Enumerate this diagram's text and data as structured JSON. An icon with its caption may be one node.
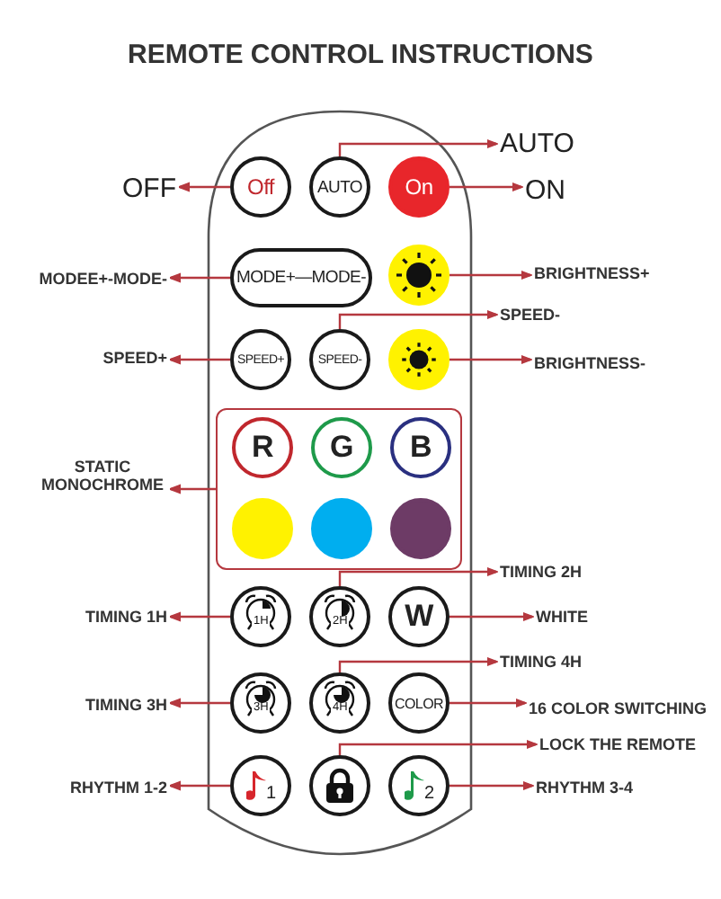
{
  "diagram": {
    "title": "REMOTE CONTROL INSTRUCTIONS",
    "nodes": [
      {
        "text": [
          "AUTO"
        ]
      },
      {
        "text": [
          "OFF"
        ]
      },
      {
        "text": [
          "Off"
        ]
      },
      {
        "text": [
          "AUTO"
        ]
      },
      {
        "text": [
          "On"
        ]
      },
      {
        "text": [
          "ON"
        ]
      },
      {
        "text": [
          "MODEE+-MODE-"
        ]
      },
      {
        "text": [
          "MODE+—MODE-"
        ]
      },
      {
        "text": [],
        "shape": "circle"
      },
      {
        "text": [
          "BRIGHTNESS+"
        ]
      },
      {
        "text": [
          "SPEED-"
        ]
      },
      {
        "text": [
          "SPEED+"
        ]
      },
      {
        "text": [
          "SPEED+"
        ]
      },
      {
        "text": [
          "SPEED-"
        ]
      },
      {
        "text": [],
        "shape": "circle"
      },
      {
        "text": [
          "BRIGHTNESS-"
        ]
      },
      {
        "text": [],
        "shape": "box"
      },
      {
        "text": [
          "R"
        ],
        "in": 16
      },
      {
        "text": [
          "G"
        ],
        "in": 16
      },
      {
        "text": [
          "B"
        ],
        "in": 16
      },
      {
        "text": [],
        "shape": "circle",
        "in": 16
      },
      {
        "text": [],
        "shape": "circle",
        "in": 16
      },
      {
        "text": [],
        "shape": "circle",
        "in": 16
      },
      {
        "text": [
          "STATIC MONOCHROME"
        ]
      },
      {
        "text": [
          "TIMING 2H"
        ]
      },
      {
        "text": [
          "TIMING 1H"
        ]
      },
      {
        "text": [
          "1H"
        ]
      },
      {
        "text": [
          "2H"
        ]
      },
      {
        "text": [
          "W"
        ]
      },
      {
        "text": [
          "WHITE"
        ]
      },
      {
        "text": [
          "TIMING 4H"
        ]
      },
      {
        "text": [
          "TIMING 3H"
        ]
      },
      {
        "text": [
          "3H"
        ]
      },
      {
        "text": [
          "4H"
        ]
      },
      {
        "text": [
          "COLOR"
        ]
      },
      {
        "text": [
          "16 COLOR SWITCHING"
        ]
      },
      {
        "text": [
          "LOCK THE REMOTE"
        ]
      },
      {
        "text": [
          "RHYTHM 1-2"
        ]
      },
      {
        "text": [
          "1"
        ]
      },
      {
        "text": [],
        "shape": "circle"
      },
      {
        "text": [
          "2"
        ]
      },
      {
        "text": [
          "RHYTHM 3-4"
        ]
      }
    ],
    "edges": [
      {
        "from": 2,
        "to": 1,
        "arrow": "to"
      },
      {
        "from": 3,
        "to": 0,
        "arrow": "to"
      },
      {
        "from": 4,
        "to": 5,
        "arrow": "to"
      },
      {
        "from": 7,
        "to": 6,
        "arrow": "to"
      },
      {
        "from": 8,
        "to": 9,
        "arrow": "to"
      },
      {
        "from": 13,
        "to": 10,
        "arrow": "to"
      },
      {
        "from": 12,
        "to": 11,
        "arrow": "to"
      },
      {
        "from": 14,
        "to": 15,
        "arrow": "to"
      },
      {
        "from": 16,
        "to": 23,
        "arrow": "to"
      },
      {
        "from": 27,
        "to": 24,
        "arrow": "to"
      },
      {
        "from": 26,
        "to": 25,
        "arrow": "to"
      },
      {
        "from": 28,
        "to": 29,
        "arrow": "to"
      },
      {
        "from": 33,
        "to": 30,
        "arrow": "to"
      },
      {
        "from": 32,
        "to": 31,
        "arrow": "to"
      },
      {
        "from": 34,
        "to": 35,
        "arrow": "to"
      },
      {
        "from": 39,
        "to": 36,
        "arrow": "to"
      },
      {
        "from": 38,
        "to": 37,
        "arrow": "to"
      },
      {
        "from": 40,
        "to": 41,
        "arrow": "to"
      }
    ]
  }
}
